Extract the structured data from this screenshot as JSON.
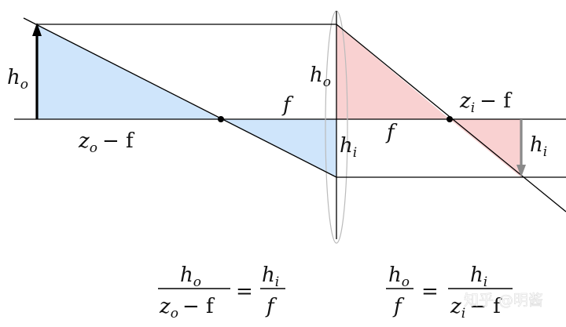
{
  "diagram": {
    "labels": {
      "object_height": "h",
      "object_height_sub": "o",
      "object_distance": "z",
      "object_distance_sub": "o",
      "minus_f": "− f",
      "focal_left": "f",
      "lens_object_height": "h",
      "lens_object_height_sub": "o",
      "lens_image_height": "h",
      "lens_image_height_sub": "i",
      "focal_right": "f",
      "image_distance": "z",
      "image_distance_sub": "i",
      "image_minus_f": "− f",
      "image_height": "h",
      "image_height_sub": "i"
    },
    "colors": {
      "object_triangle": "#cfe5fb",
      "image_triangle": "#f9d1d1",
      "ray": "#000000",
      "object_arrow": "#000000",
      "image_arrow": "#8a8a8a",
      "lens": "#bbbbbb"
    },
    "equations": {
      "left": {
        "num_h": "h",
        "num_sub": "o",
        "den_z": "z",
        "den_sub": "o",
        "den_rest": "− f",
        "equals": "=",
        "rhs_num_h": "h",
        "rhs_num_sub": "i",
        "rhs_den": "f"
      },
      "right": {
        "num_h": "h",
        "num_sub": "o",
        "den": "f",
        "equals": "=",
        "rhs_num_h": "h",
        "rhs_num_sub": "i",
        "rhs_den_z": "z",
        "rhs_den_sub": "i",
        "rhs_den_rest": "− f"
      }
    },
    "watermark": "知乎 @明酱"
  }
}
